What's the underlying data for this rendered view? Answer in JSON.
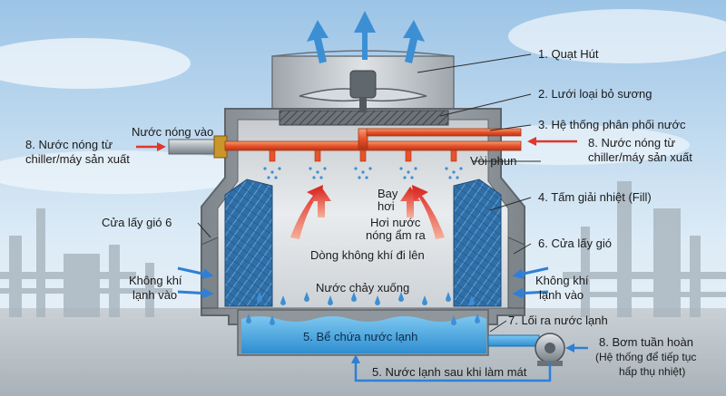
{
  "labels": {
    "fan": "1. Quạt Hút",
    "drift_eliminator": "2. Lưới loại bỏ sương",
    "distribution": "3. Hệ thống phân phối nước",
    "hot_in_top": "Nước nóng vào",
    "hot_left_1": "8. Nước nóng từ",
    "hot_left_2": "chiller/máy sản xuất",
    "hot_right_1": "8. Nước nóng từ",
    "hot_right_2": "chiller/máy sản xuất",
    "nozzle": "Vòi phun",
    "fill": "4. Tấm giải nhiệt (Fill)",
    "evap_1": "Bay",
    "evap_2": "hơi",
    "vapor_1": "Hơi nước",
    "vapor_2": "nóng ẩm ra",
    "inlet_left": "Cửa lấy gió 6",
    "inlet_right": "6. Cửa lấy gió",
    "airflow": "Dòng không khí đi lên",
    "cold_air_left_1": "Không khí",
    "cold_air_left_2": "lạnh vào",
    "cold_air_right_1": "Không khí",
    "cold_air_right_2": "lạnh vào",
    "water_down": "Nước chảy xuống",
    "cold_outlet": "7. Lối ra nước lạnh",
    "basin": "5. Bể chứa nước lạnh",
    "pump_1": "8. Bơm tuần hoàn",
    "pump_2": "(Hệ thống để tiếp tục",
    "pump_3": "hấp thụ nhiệt)",
    "return_line": "5. Nước lạnh sau khi làm mát"
  },
  "colors": {
    "hot_pipe": "#e8522a",
    "hot_arrow": "#e2362a",
    "cold_arrow": "#2f7fd6",
    "basin_water": "#3fa6e3",
    "housing": "#8f959a",
    "fill_media": "#2f6fa8"
  },
  "icons": [
    "fan-icon",
    "pump-icon",
    "nozzle-icon",
    "valve-icon"
  ]
}
